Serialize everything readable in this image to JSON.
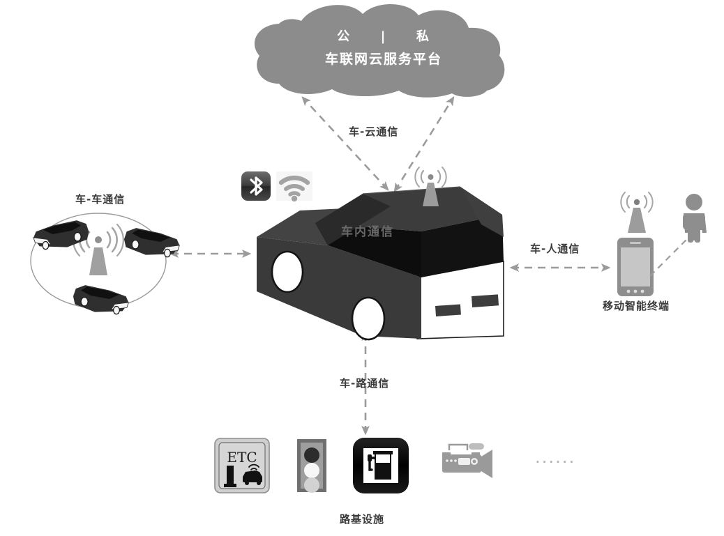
{
  "diagram": {
    "title_cloud_line1_left": "公",
    "title_cloud_divider": "|",
    "title_cloud_line1_right": "私",
    "title_cloud_line2": "车联网云服务平台",
    "labels": {
      "v2c": "车-云通信",
      "v2v": "车-车通信",
      "v2p": "车-人通信",
      "v2i": "车-路通信",
      "in_vehicle": "车内通信",
      "mobile_terminal": "移动智能终端",
      "roadside": "路基设施"
    },
    "roadside_items": [
      {
        "id": "etc-sign",
        "label": "ETC"
      },
      {
        "id": "traffic-light",
        "label": ""
      },
      {
        "id": "gas-station",
        "label": ""
      },
      {
        "id": "traffic-camera",
        "label": ""
      },
      {
        "id": "ellipsis",
        "label": "······"
      }
    ],
    "icons": {
      "bluetooth": "bluetooth-icon",
      "wifi": "wifi-icon",
      "antenna": "antenna-icon",
      "person": "person-icon",
      "smartphone": "smartphone-icon"
    },
    "colors": {
      "cloud": "#8c8c8c",
      "arrow": "#9b9b9b",
      "label_text": "#3a3a3a",
      "car_body": "#3a3a3a",
      "car_dark": "#141414",
      "icon_gray": "#9a9a9a",
      "background": "#ffffff"
    }
  }
}
